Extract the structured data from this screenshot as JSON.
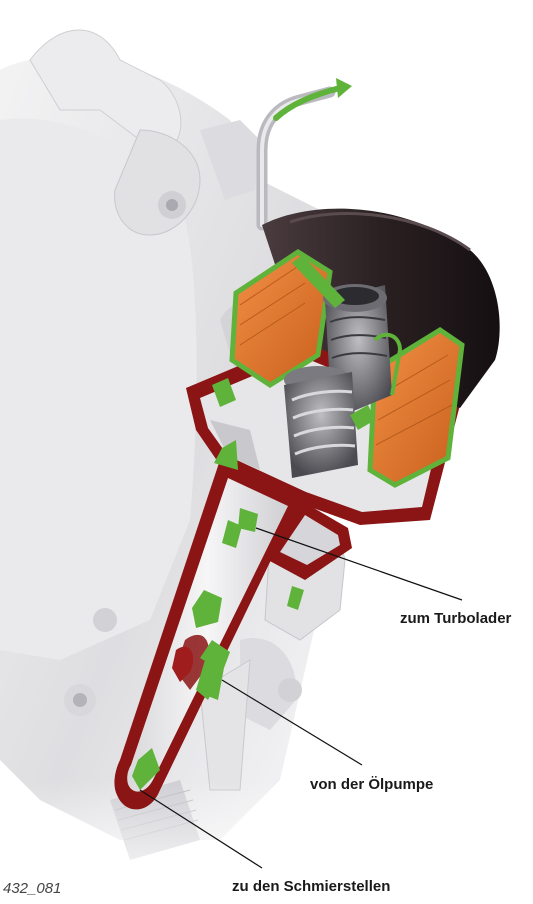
{
  "figure_number": "432_081",
  "labels": {
    "turbocharger": "zum Turbolader",
    "oil_pump": "von der Ölpumpe",
    "lubrication_points": "zu den Schmierstellen"
  },
  "colors": {
    "oil_flow_arrow": "#5fb33a",
    "cutaway_section": "#8b1414",
    "filter_element": "#e0782c",
    "filter_housing": "#2a2022",
    "engine_block": "#e6e6e8"
  }
}
